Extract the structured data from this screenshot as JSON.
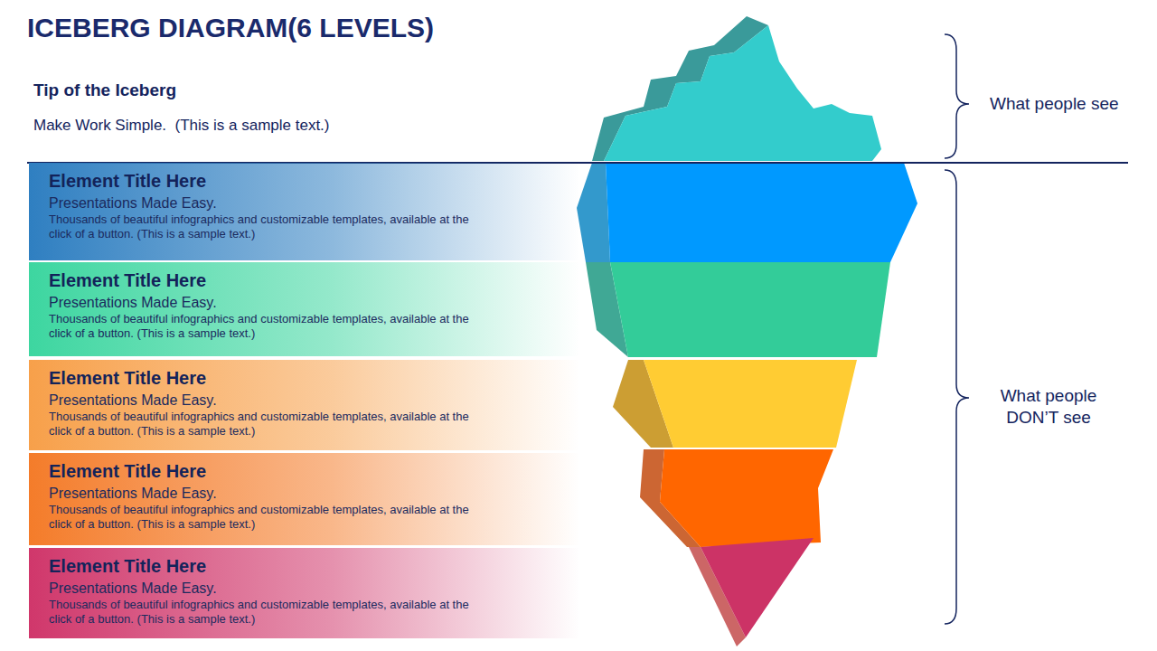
{
  "diagram": {
    "title": "ICEBERG DIAGRAM(6 LEVELS)",
    "nodes": [
      {
        "text": [
          "Element Title Here",
          "Presentations Made Easy.",
          "Thousands of beautiful infographics and customizable templates, available at the click of a button. (This is a sample text.)"
        ]
      },
      {
        "text": [
          "Element Title Here",
          "Presentations Made Easy.",
          "Thousands of beautiful infographics and customizable templates, available at the click of a button. (This is a sample text.)"
        ]
      },
      {
        "text": [
          "Element Title Here",
          "Presentations Made Easy.",
          "Thousands of beautiful infographics and customizable templates, available at the click of a button. (This is a sample text.)"
        ]
      },
      {
        "text": [
          "Element Title Here",
          "Presentations Made Easy.",
          "Thousands of beautiful infographics and customizable templates, available at the click of a button. (This is a sample text.)"
        ]
      },
      {
        "text": [
          "Element Title Here",
          "Presentations Made Easy.",
          "Thousands of beautiful infographics and customizable templates, available at the click of a button. (This is a sample text.)"
        ]
      }
    ],
    "labels": [
      "Tip of the Iceberg",
      "Make Work Simple.  (This is a sample text.)",
      "What people see",
      "What people DON’T see"
    ]
  }
}
